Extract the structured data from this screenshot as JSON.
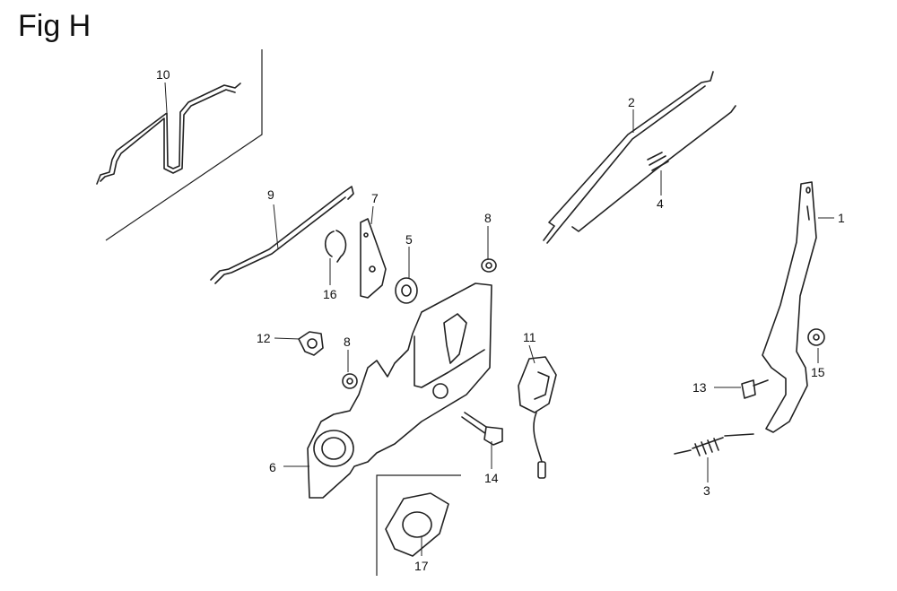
{
  "figure": {
    "title": "Fig H",
    "callouts": [
      {
        "id": "c1",
        "label": "1"
      },
      {
        "id": "c2",
        "label": "2"
      },
      {
        "id": "c3",
        "label": "3"
      },
      {
        "id": "c4",
        "label": "4"
      },
      {
        "id": "c5",
        "label": "5"
      },
      {
        "id": "c6",
        "label": "6"
      },
      {
        "id": "c7",
        "label": "7"
      },
      {
        "id": "c8a",
        "label": "8"
      },
      {
        "id": "c8b",
        "label": "8"
      },
      {
        "id": "c9",
        "label": "9"
      },
      {
        "id": "c10",
        "label": "10"
      },
      {
        "id": "c11",
        "label": "11"
      },
      {
        "id": "c12",
        "label": "12"
      },
      {
        "id": "c13",
        "label": "13"
      },
      {
        "id": "c14",
        "label": "14"
      },
      {
        "id": "c15",
        "label": "15"
      },
      {
        "id": "c16",
        "label": "16"
      },
      {
        "id": "c17",
        "label": "17"
      }
    ]
  }
}
